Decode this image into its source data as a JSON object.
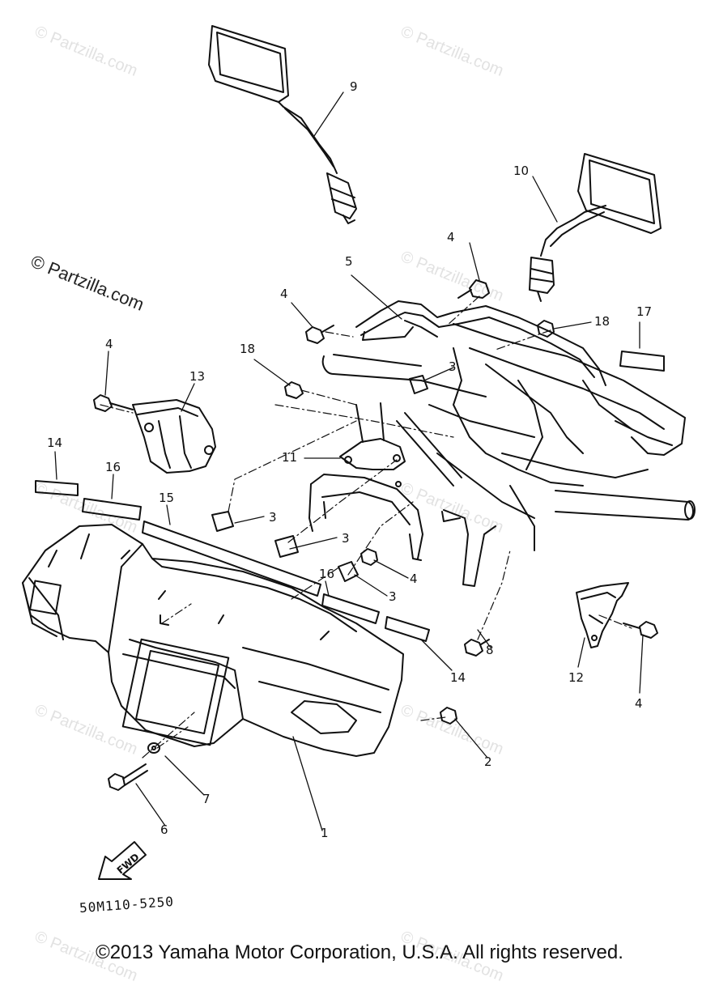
{
  "watermark": {
    "text": "© Partzilla.com",
    "prominent_text": "© Partzilla.com"
  },
  "callouts": [
    "9",
    "10",
    "4",
    "5",
    "4",
    "18",
    "17",
    "4",
    "13",
    "18",
    "3",
    "11",
    "14",
    "16",
    "15",
    "3",
    "3",
    "4",
    "16",
    "3",
    "14",
    "8",
    "12",
    "4",
    "2",
    "7",
    "6",
    "1"
  ],
  "fwd_label": "FWD",
  "part_code": "50M110-5250",
  "copyright": "©2013 Yamaha Motor Corporation, U.S.A. All rights reserved."
}
